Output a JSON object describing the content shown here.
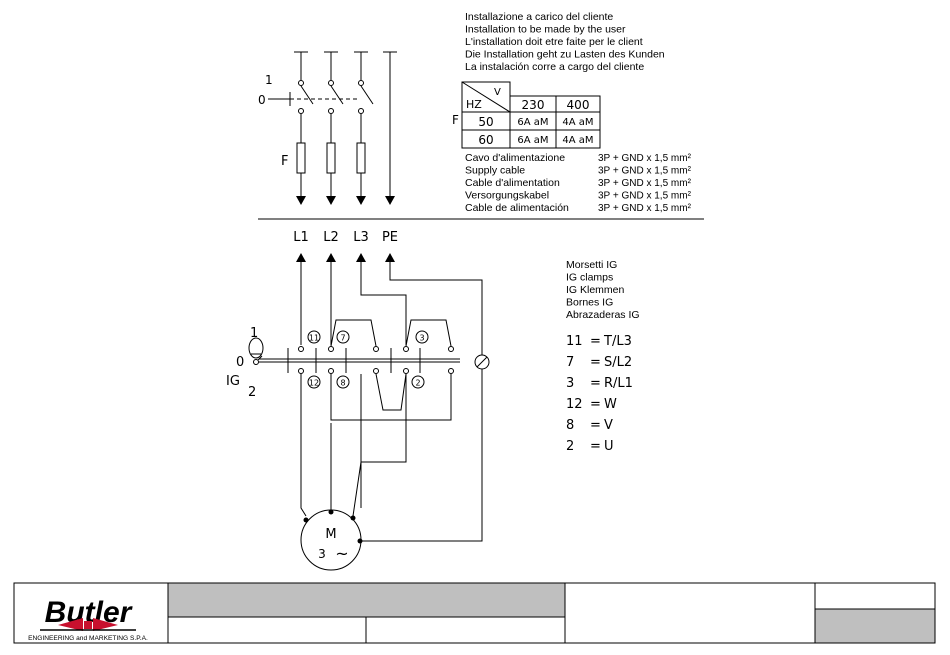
{
  "install_notes": [
    "Installazione a carico del cliente",
    "Installation to be made by the user",
    "L'installation doit etre faite per le client",
    "Die Installation geht zu Lasten des Kunden",
    "La instalación corre a cargo del cliente"
  ],
  "fuse_table": {
    "side_label": "F",
    "corner_hz": "HZ",
    "corner_v": "V",
    "columns": [
      "230",
      "400"
    ],
    "rows": [
      {
        "hz": "50",
        "cells": [
          "6A aM",
          "4A aM"
        ]
      },
      {
        "hz": "60",
        "cells": [
          "6A aM",
          "4A aM"
        ]
      }
    ]
  },
  "supply_cable": [
    {
      "label": "Cavo  d'alimentazione",
      "value": "3P + GND x 1,5 mm²"
    },
    {
      "label": "Supply cable",
      "value": "3P + GND x 1,5 mm²"
    },
    {
      "label": "Cable  d'alimentation",
      "value": "3P + GND x 1,5 mm²"
    },
    {
      "label": "Versorgungskabel",
      "value": "3P + GND x 1,5 mm²"
    },
    {
      "label": "Cable  de  alimentación",
      "value": "3P + GND x 1,5 mm²"
    }
  ],
  "switch_labels": {
    "on": "1",
    "off": "0",
    "fuse": "F"
  },
  "line_labels": [
    "L1",
    "L2",
    "L3",
    "PE"
  ],
  "ig_switch": {
    "pos1": "1",
    "pos0": "0",
    "name": "IG",
    "pos2": "2"
  },
  "terminal_numbers": {
    "top": [
      "11",
      "7",
      "3"
    ],
    "bottom": [
      "12",
      "8",
      "2"
    ]
  },
  "clamps_title": [
    "Morsetti IG",
    "IG clamps",
    "IG Klemmen",
    "Bornes IG",
    "Abrazaderas IG"
  ],
  "clamp_map": [
    {
      "num": "11",
      "eq": "=",
      "val": "T/L3"
    },
    {
      "num": "7",
      "eq": "=",
      "val": "S/L2"
    },
    {
      "num": "3",
      "eq": "=",
      "val": "R/L1"
    },
    {
      "num": "12",
      "eq": "=",
      "val": "W"
    },
    {
      "num": "8",
      "eq": "=",
      "val": "V"
    },
    {
      "num": "2",
      "eq": "=",
      "val": "U"
    }
  ],
  "motor": {
    "label": "M",
    "phase": "3",
    "symbol": "~"
  },
  "footer": {
    "logo_text": "Butler",
    "company": "ENGINEERING and MARKETING S.P.A.",
    "colors": {
      "logo_red": "#c8102e",
      "cell_gray": "#bfbfbf"
    }
  }
}
